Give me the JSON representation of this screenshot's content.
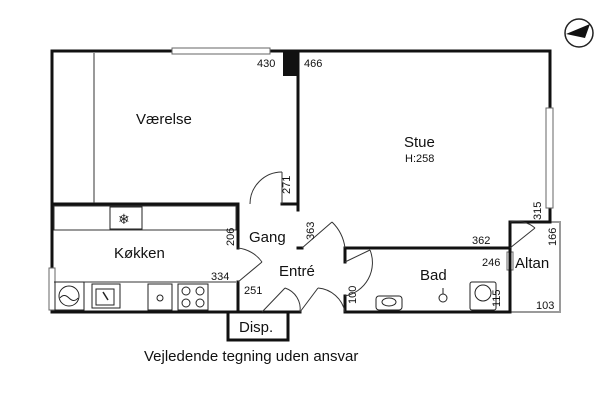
{
  "rooms": {
    "vaerelse": "Værelse",
    "stue": "Stue",
    "stue_height": "H:258",
    "gang": "Gang",
    "koekken": "Køkken",
    "entre": "Entré",
    "bad": "Bad",
    "altan": "Altan",
    "disp": "Disp."
  },
  "dimensions": {
    "d430": "430",
    "d466": "466",
    "d271": "271",
    "d315": "315",
    "d206": "206",
    "d363": "363",
    "d362": "362",
    "d166": "166",
    "d246": "246",
    "d334": "334",
    "d251": "251",
    "d100": "100",
    "d115": "115",
    "d103": "103"
  },
  "compass": {
    "letter": "N",
    "icon": "compass-north-icon"
  },
  "footer": "Vejledende tegning uden ansvar",
  "colors": {
    "walls": "#111111",
    "altan_outline": "#999999"
  }
}
